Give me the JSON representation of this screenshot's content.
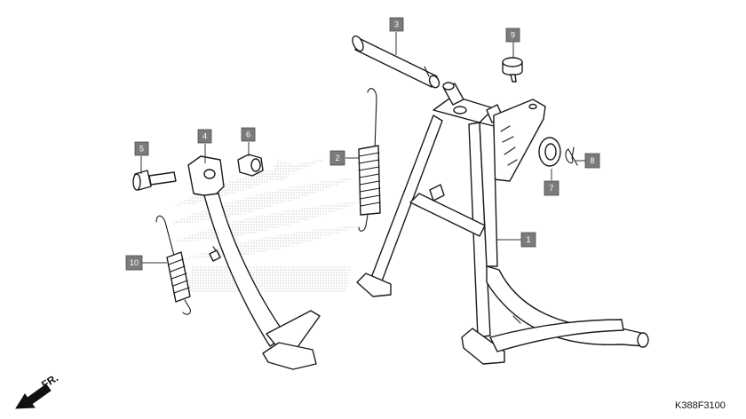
{
  "diagram_code": "K388F3100",
  "direction_label": "FR.",
  "callouts": [
    {
      "id": "1",
      "label": "1"
    },
    {
      "id": "2",
      "label": "2"
    },
    {
      "id": "3",
      "label": "3"
    },
    {
      "id": "4",
      "label": "4"
    },
    {
      "id": "5",
      "label": "5"
    },
    {
      "id": "6",
      "label": "6"
    },
    {
      "id": "7",
      "label": "7"
    },
    {
      "id": "8",
      "label": "8"
    },
    {
      "id": "9",
      "label": "9"
    },
    {
      "id": "10",
      "label": "10"
    }
  ],
  "icons": {
    "watermark": "wing-logo-icon",
    "direction": "front-arrow-icon"
  },
  "colors": {
    "callout_fill": "#7b7b7b",
    "line": "#1a1a1a",
    "watermark": "#bdbdbd"
  }
}
